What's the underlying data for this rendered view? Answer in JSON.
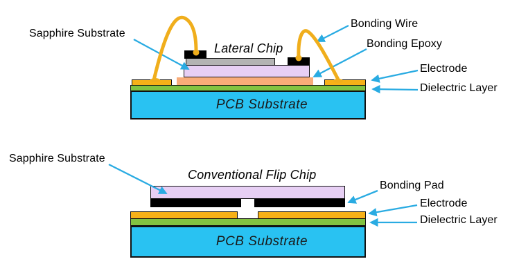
{
  "top_diagram": {
    "title": "Lateral Chip",
    "pcb_text": "PCB Substrate",
    "callouts": {
      "sapphire_substrate": "Sapphire Substrate",
      "bonding_wire": "Bonding Wire",
      "bonding_epoxy": "Bonding Epoxy",
      "electrode": "Electrode",
      "dielectric_layer": "Dielectric Layer"
    }
  },
  "bottom_diagram": {
    "title": "Conventional Flip Chip",
    "pcb_text": "PCB Substrate",
    "callouts": {
      "sapphire_substrate": "Sapphire Substrate",
      "bonding_pad": "Bonding Pad",
      "electrode": "Electrode",
      "dielectric_layer": "Dielectric Layer"
    }
  },
  "colors": {
    "pcb-blue": "#29C2F2",
    "dielectric-green": "#82C341",
    "electrode-yellow": "#F7B118",
    "wire-gold": "#F0AE1C",
    "epoxy-salmon": "#F8AC79",
    "sapphire-purple": "#E7CFF4",
    "chip-gray": "#B3B3B3",
    "pad-black": "#000000",
    "arrow-cyan": "#29ABE2"
  }
}
